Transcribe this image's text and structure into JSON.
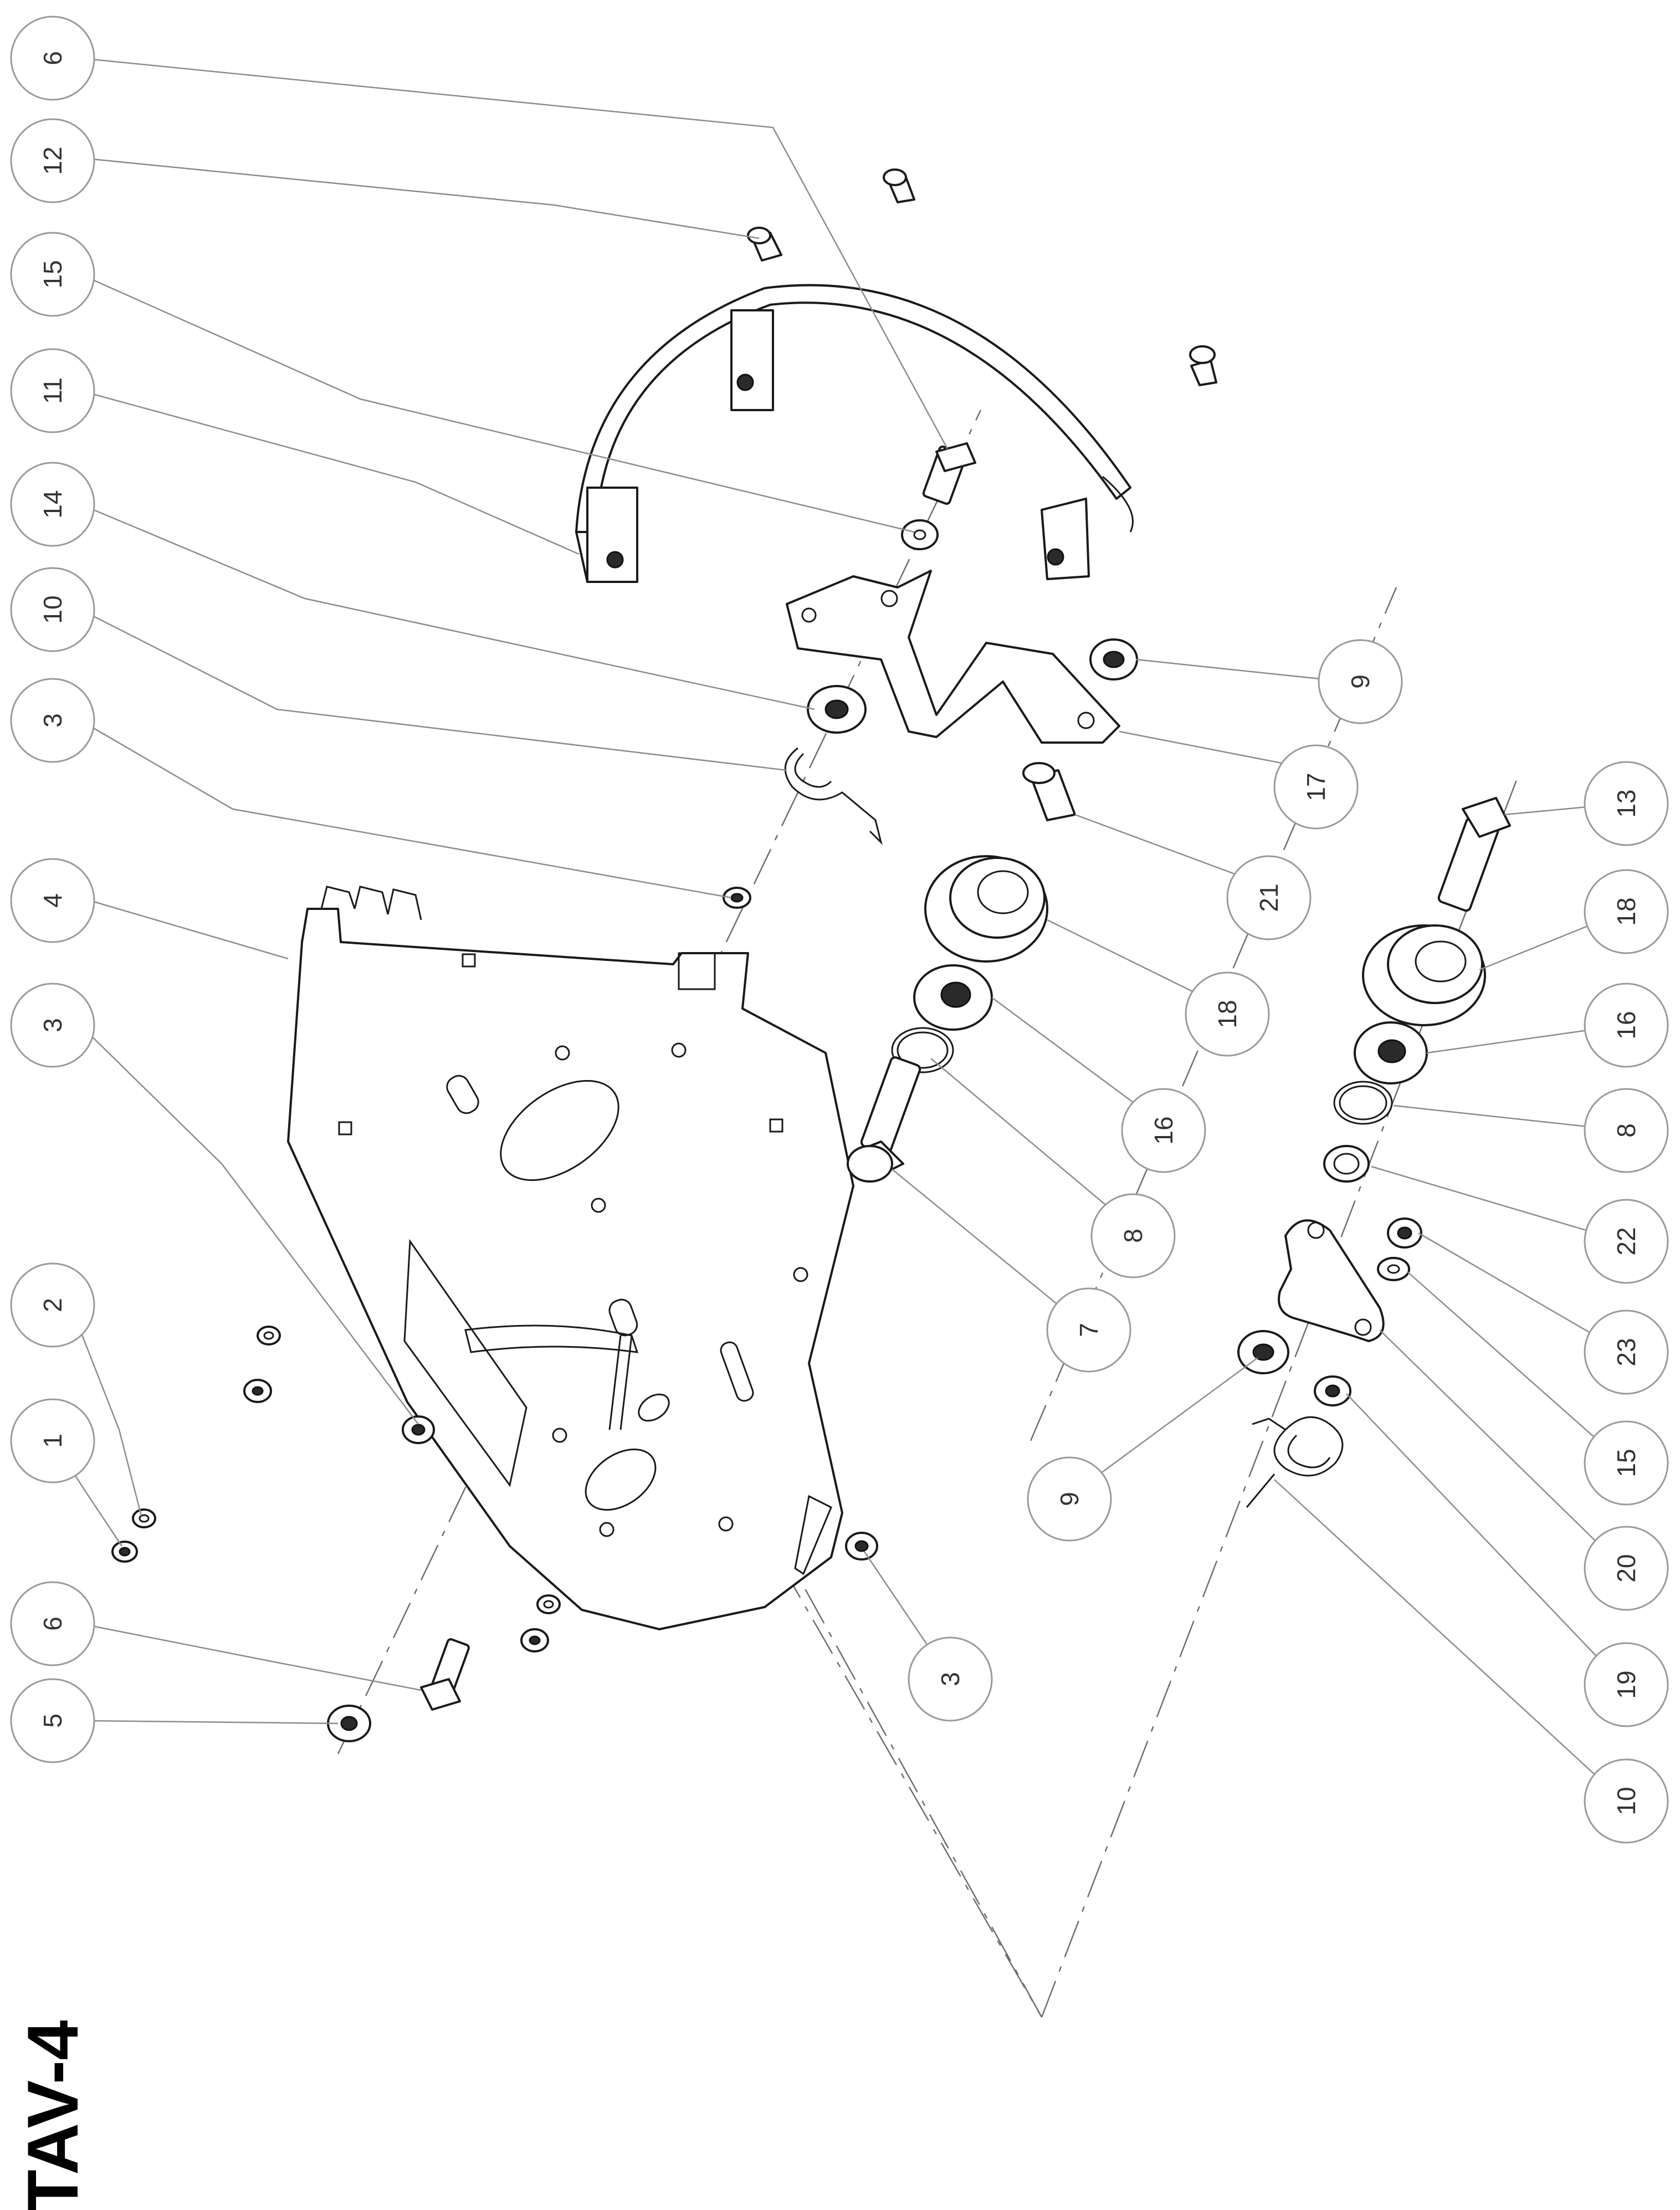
{
  "title": "TAV-4",
  "balloons": [
    {
      "id": "b-top-6",
      "label": "6"
    },
    {
      "id": "b-top-12",
      "label": "12"
    },
    {
      "id": "b-top-15",
      "label": "15"
    },
    {
      "id": "b-top-11",
      "label": "11"
    },
    {
      "id": "b-top-14",
      "label": "14"
    },
    {
      "id": "b-top-10",
      "label": "10"
    },
    {
      "id": "b-top-3",
      "label": "3"
    },
    {
      "id": "b-top-4",
      "label": "4"
    },
    {
      "id": "b-left-3",
      "label": "3"
    },
    {
      "id": "b-left-2",
      "label": "2"
    },
    {
      "id": "b-left-1",
      "label": "1"
    },
    {
      "id": "b-left-6",
      "label": "6"
    },
    {
      "id": "b-left-5",
      "label": "5"
    },
    {
      "id": "b-mid-9",
      "label": "9"
    },
    {
      "id": "b-mid-17",
      "label": "17"
    },
    {
      "id": "b-mid-21",
      "label": "21"
    },
    {
      "id": "b-mid-18",
      "label": "18"
    },
    {
      "id": "b-mid-16",
      "label": "16"
    },
    {
      "id": "b-mid-8",
      "label": "8"
    },
    {
      "id": "b-mid-7",
      "label": "7"
    },
    {
      "id": "b-low-9",
      "label": "9"
    },
    {
      "id": "b-low-3",
      "label": "3"
    },
    {
      "id": "b-right-13",
      "label": "13"
    },
    {
      "id": "b-right-18",
      "label": "18"
    },
    {
      "id": "b-right-16",
      "label": "16"
    },
    {
      "id": "b-right-8",
      "label": "8"
    },
    {
      "id": "b-right-22",
      "label": "22"
    },
    {
      "id": "b-right-23",
      "label": "23"
    },
    {
      "id": "b-right-15",
      "label": "15"
    },
    {
      "id": "b-right-20",
      "label": "20"
    },
    {
      "id": "b-right-19",
      "label": "19"
    },
    {
      "id": "b-right-10",
      "label": "10"
    }
  ]
}
